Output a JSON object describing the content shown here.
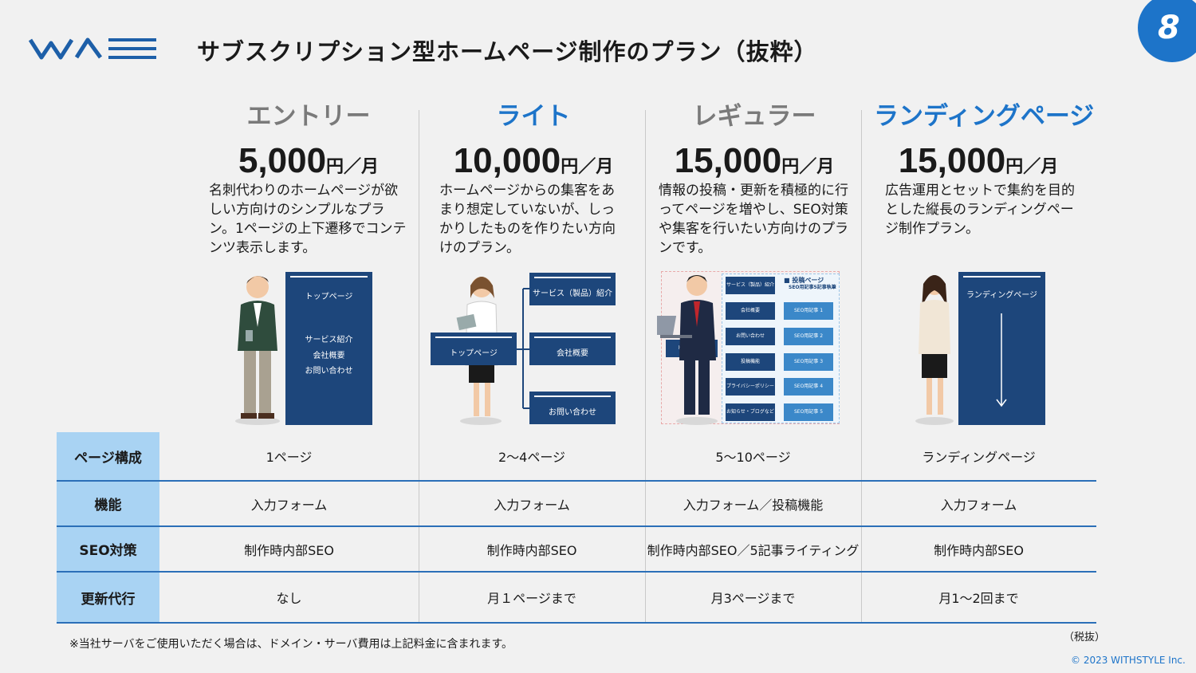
{
  "header": {
    "logo_text": "WAS",
    "title": "サブスクリプション型ホームページ制作のプラン（抜粋）",
    "page_number": "8"
  },
  "colors": {
    "accent": "#1d74c9",
    "navy": "#1d467b",
    "header_cell": "#a9d3f3",
    "gray_plan": "#7a7a7a"
  },
  "plans": [
    {
      "name": "エントリー",
      "price": "5,000",
      "unit": "円／月",
      "desc": "名刺代わりのホームページが欲しい方向けのシンプルなプラン。1ページの上下遷移でコンテンツ表示します。"
    },
    {
      "name": "ライト",
      "price": "10,000",
      "unit": "円／月",
      "desc": "ホームページからの集客をあまり想定していないが、しっかりしたものを作りたい方向けのプラン。"
    },
    {
      "name": "レギュラー",
      "price": "15,000",
      "unit": "円／月",
      "desc": "情報の投稿・更新を積極的に行ってページを増やし、SEO対策や集客を行いたい方向けのプランです。"
    },
    {
      "name": "ランディングページ",
      "price": "15,000",
      "unit": "円／月",
      "desc": "広告運用とセットで集約を目的とした縦長のランディングページ制作プラン。"
    }
  ],
  "diagrams": {
    "entry": {
      "top": "トップページ",
      "items": [
        "サービス紹介",
        "会社概要",
        "お問い合わせ"
      ]
    },
    "light": {
      "top": "トップページ",
      "items": [
        "サービス（製品）紹介",
        "会社概要",
        "お問い合わせ"
      ]
    },
    "regular": {
      "top": "トップページ",
      "legend_1": "■ 投稿ページ",
      "legend_2": "SEO用記事5記事執筆",
      "left_items": [
        "サービス（製品）紹介",
        "会社概要",
        "お問い合わせ",
        "投稿機能",
        "プライバシーポリシー",
        "お知らせ・ブログなど"
      ],
      "right_items": [
        "SEO用記事 1",
        "SEO用記事 2",
        "SEO用記事 3",
        "SEO用記事 4",
        "SEO用記事 5"
      ]
    },
    "landing": {
      "label": "ランディングページ"
    }
  },
  "table": {
    "rows": [
      {
        "header": "ページ構成",
        "cells": [
          "1ページ",
          "2〜4ページ",
          "5〜10ページ",
          "ランディングページ"
        ]
      },
      {
        "header": "機能",
        "cells": [
          "入力フォーム",
          "入力フォーム",
          "入力フォーム／投稿機能",
          "入力フォーム"
        ]
      },
      {
        "header": "SEO対策",
        "cells": [
          "制作時内部SEO",
          "制作時内部SEO",
          "制作時内部SEO／5記事ライティング",
          "制作時内部SEO"
        ]
      },
      {
        "header": "更新代行",
        "cells": [
          "なし",
          "月１ページまで",
          "月3ページまで",
          "月1〜2回まで"
        ]
      }
    ]
  },
  "footer": {
    "note": "※当社サーバをご使用いただく場合は、ドメイン・サーバ費用は上記料金に含まれます。",
    "tax": "（税抜）",
    "copyright": "© 2023 WITHSTYLE Inc."
  }
}
